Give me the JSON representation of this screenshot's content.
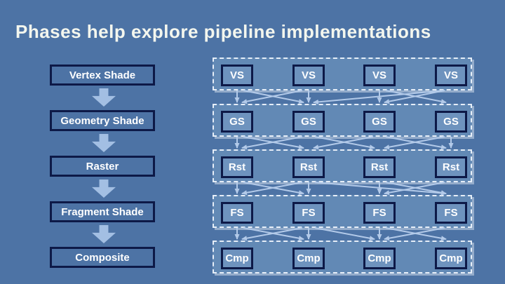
{
  "slide": {
    "title": "Phases help explore pipeline implementations"
  },
  "colors": {
    "background": "#4d73a5",
    "band": "#6289b5",
    "box_fill": "#6e93be",
    "navy_border": "#0d1947",
    "block_arrow": "#a3bfe3",
    "connector_line": "#b3cae9",
    "dashed_border": "#e6eef8",
    "title_text": "#f3f6ee",
    "box_text": "#ffffff"
  },
  "phase_column": {
    "items": [
      {
        "label": "Vertex Shade"
      },
      {
        "label": "Geometry Shade"
      },
      {
        "label": "Raster"
      },
      {
        "label": "Fragment Shade"
      },
      {
        "label": "Composite"
      }
    ]
  },
  "pipeline_grid": {
    "columns": 4,
    "rows": [
      {
        "name": "vertex-shade",
        "abbr": "VS"
      },
      {
        "name": "geometry-shade",
        "abbr": "GS"
      },
      {
        "name": "raster",
        "abbr": "Rst"
      },
      {
        "name": "fragment-shade",
        "abbr": "FS"
      },
      {
        "name": "composite",
        "abbr": "Cmp"
      }
    ],
    "arrow_gaps": [
      [
        [
          1,
          1
        ],
        [
          1,
          2
        ],
        [
          2,
          1
        ],
        [
          2,
          2
        ],
        [
          4,
          2
        ],
        [
          3,
          3
        ],
        [
          3,
          4
        ],
        [
          4,
          3
        ]
      ],
      [
        [
          1,
          1
        ],
        [
          1,
          2
        ],
        [
          2,
          1
        ],
        [
          2,
          3
        ],
        [
          3,
          2
        ],
        [
          3,
          4
        ],
        [
          4,
          3
        ],
        [
          4,
          4
        ]
      ],
      [
        [
          1,
          1
        ],
        [
          1,
          2
        ],
        [
          2,
          1
        ],
        [
          2,
          2
        ],
        [
          2,
          4
        ],
        [
          3,
          3
        ],
        [
          4,
          3
        ],
        [
          3,
          4
        ]
      ],
      [
        [
          1,
          1
        ],
        [
          1,
          2
        ],
        [
          2,
          1
        ],
        [
          2,
          2
        ],
        [
          2,
          3
        ],
        [
          3,
          3
        ],
        [
          3,
          4
        ],
        [
          4,
          3
        ]
      ]
    ]
  }
}
